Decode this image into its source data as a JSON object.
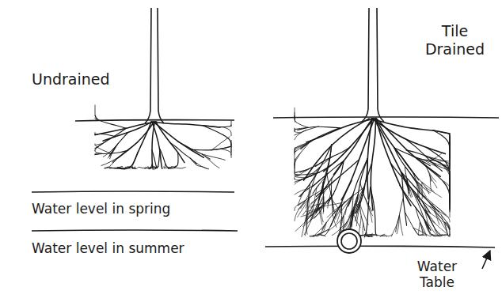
{
  "diagram": {
    "labels": [
      "Undrained",
      "Tile Drained",
      "Water level in spring",
      "Water level in summer",
      "Water Table"
    ]
  }
}
